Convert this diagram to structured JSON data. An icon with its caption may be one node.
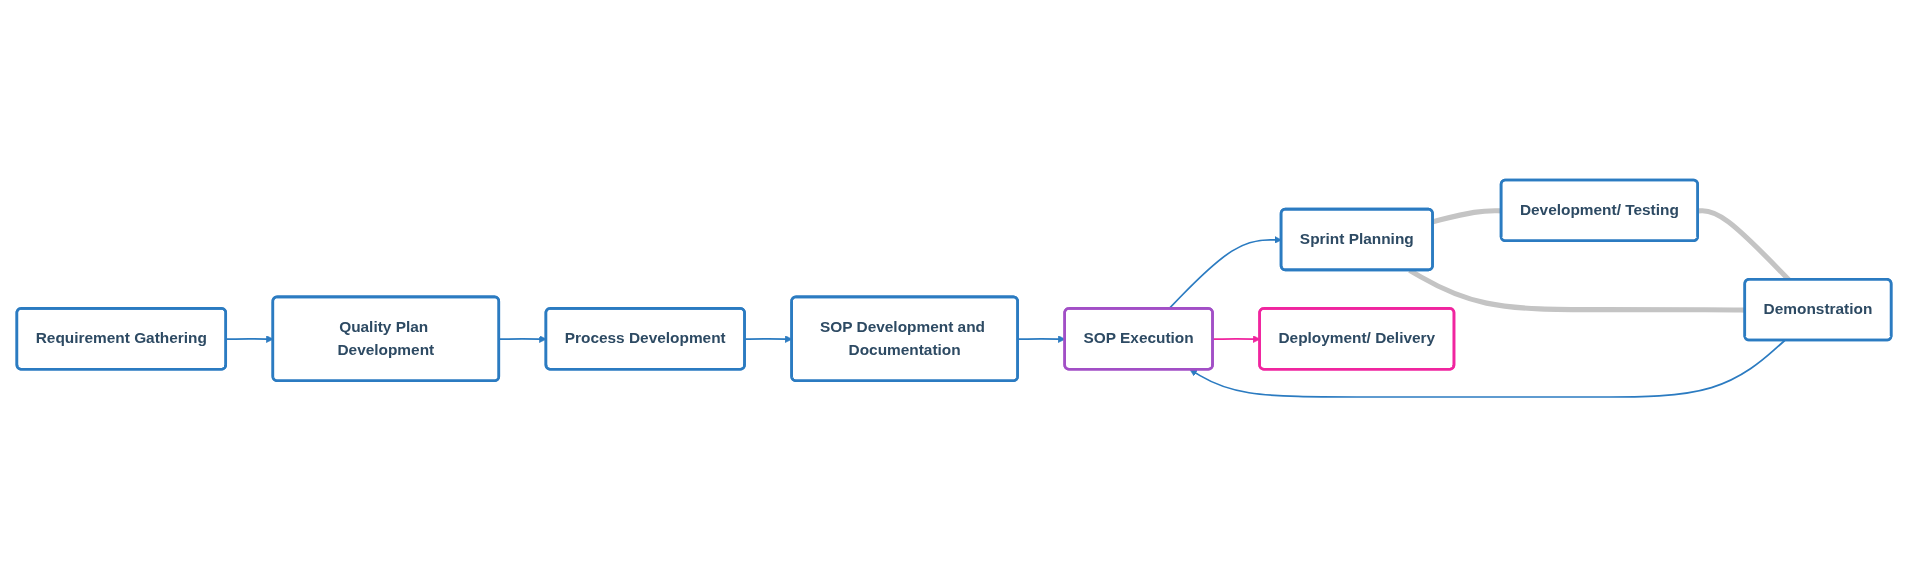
{
  "diagram": {
    "nodes": [
      {
        "text": [
          "Requirement Gathering"
        ]
      },
      {
        "text": [
          "Quality Plan Development"
        ]
      },
      {
        "text": [
          "Process Development"
        ]
      },
      {
        "text": [
          "SOP Development and Documentation"
        ]
      },
      {
        "text": [
          "SOP Execution"
        ]
      },
      {
        "text": [
          "Sprint Planning"
        ]
      },
      {
        "text": [
          "Development/ Testing"
        ]
      },
      {
        "text": [
          "Demonstration"
        ]
      },
      {
        "text": [
          "Deployment/ Delivery"
        ]
      }
    ],
    "edges": [
      {
        "from": 0,
        "to": 1,
        "arrow": "to"
      },
      {
        "from": 1,
        "to": 2,
        "arrow": "to"
      },
      {
        "from": 2,
        "to": 3,
        "arrow": "to"
      },
      {
        "from": 3,
        "to": 4,
        "arrow": "to"
      },
      {
        "from": 4,
        "to": 5,
        "arrow": "to"
      },
      {
        "from": 5,
        "to": 6,
        "arrow": "none",
        "style": "thick",
        "color": "#c4c4c4"
      },
      {
        "from": 6,
        "to": 7,
        "arrow": "none",
        "style": "thick",
        "color": "#c4c4c4"
      },
      {
        "from": 5,
        "to": 7,
        "arrow": "none",
        "style": "thick",
        "color": "#c4c4c4"
      },
      {
        "from": 7,
        "to": 4,
        "arrow": "to"
      },
      {
        "from": 4,
        "to": 8,
        "arrow": "to",
        "color": "#f0259f"
      }
    ]
  }
}
